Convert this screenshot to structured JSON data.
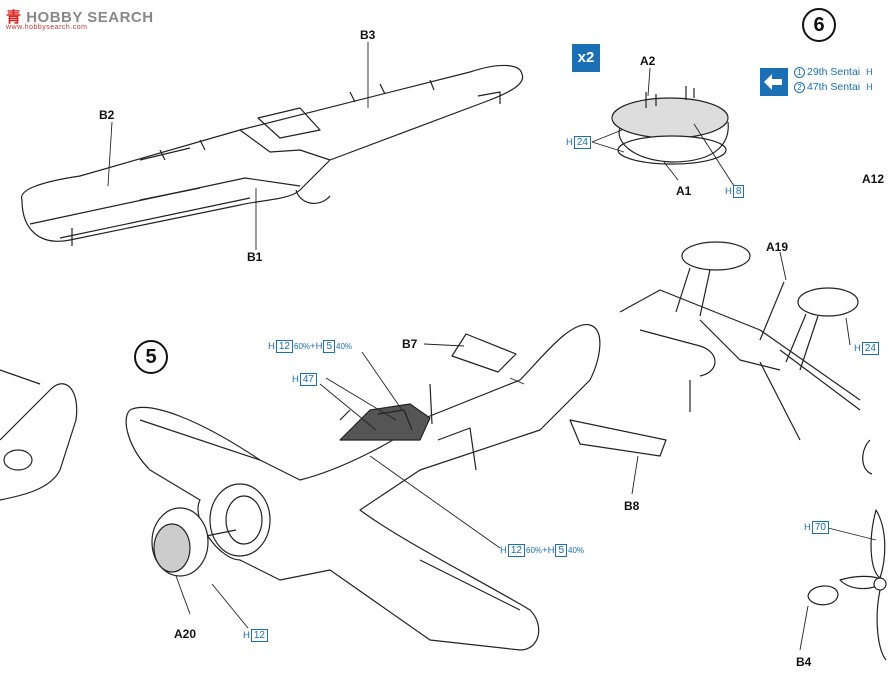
{
  "watermark": {
    "text_cn": "青",
    "text": "HOBBY SEARCH",
    "sub": "www.hobbysearch.com"
  },
  "steps": {
    "step5": "5",
    "step6": "6"
  },
  "multiplier": "x2",
  "legend": {
    "rows": [
      {
        "num": "1",
        "text": "29th Sentai",
        "h": "H"
      },
      {
        "num": "2",
        "text": "47th Sentai",
        "h": "H"
      }
    ]
  },
  "parts": {
    "b3": "B3",
    "b2": "B2",
    "b1": "B1",
    "a2": "A2",
    "a1": "A1",
    "a12": "A12",
    "a19": "A19",
    "b7": "B7",
    "b8": "B8",
    "a20": "A20",
    "b4": "B4"
  },
  "colors": {
    "h24_top": {
      "h": "H",
      "n": "24"
    },
    "h8": {
      "h": "H",
      "n": "8"
    },
    "h24_right": {
      "h": "H",
      "n": "24"
    },
    "h47": {
      "h": "H",
      "n": "47"
    },
    "h70": {
      "h": "H",
      "n": "70"
    },
    "h12_a20": {
      "h": "H",
      "n": "12"
    },
    "mix_top": {
      "h1": "H",
      "n1": "12",
      "p1": "60%",
      "plus": "+",
      "h2": "H",
      "n2": "5",
      "p2": "40%"
    },
    "mix_bottom": {
      "h1": "H",
      "n1": "12",
      "p1": "60%",
      "plus": "+",
      "h2": "H",
      "n2": "5",
      "p2": "40%"
    }
  },
  "accent": "#1a6fb5"
}
